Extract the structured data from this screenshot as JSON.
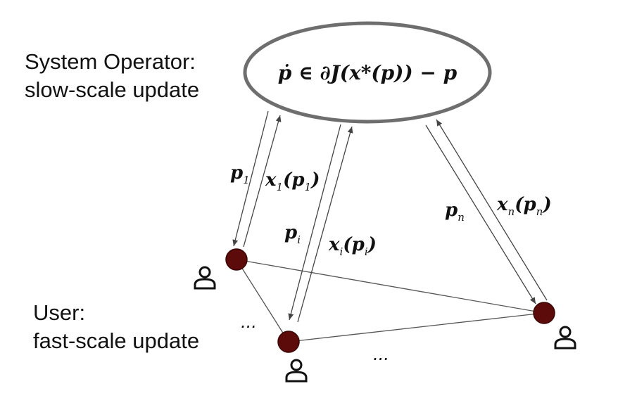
{
  "operator": {
    "line1": "System Operator:",
    "line2": "slow-scale update",
    "equation": "ṗ ∈ ∂J(x*(p)) − p"
  },
  "user": {
    "line1": "User:",
    "line2": "fast-scale update"
  },
  "labels": {
    "p1_base": "p",
    "p1_sub": "1",
    "x1_base": "x",
    "x1_sub": "1",
    "x1_arg": "(p",
    "x1_argsub": "1",
    "x1_close": ")",
    "pi_base": "p",
    "pi_sub": "i",
    "xi_base": "x",
    "xi_sub": "i",
    "xi_arg": "(p",
    "xi_argsub": "i",
    "xi_close": ")",
    "pn_base": "p",
    "pn_sub": "n",
    "xn_base": "x",
    "xn_sub": "n",
    "xn_arg": "(p",
    "xn_argsub": "n",
    "xn_close": ")"
  },
  "ellipsis_left": "...",
  "ellipsis_bottom": "...",
  "colors": {
    "node_fill": "#5c0a0a",
    "node_stroke": "#3a0505",
    "ellipse_stroke": "#6e6e6e",
    "edge": "#555555",
    "arrow": "#444444"
  },
  "icons": [
    "user-icon",
    "user-icon",
    "user-icon"
  ]
}
